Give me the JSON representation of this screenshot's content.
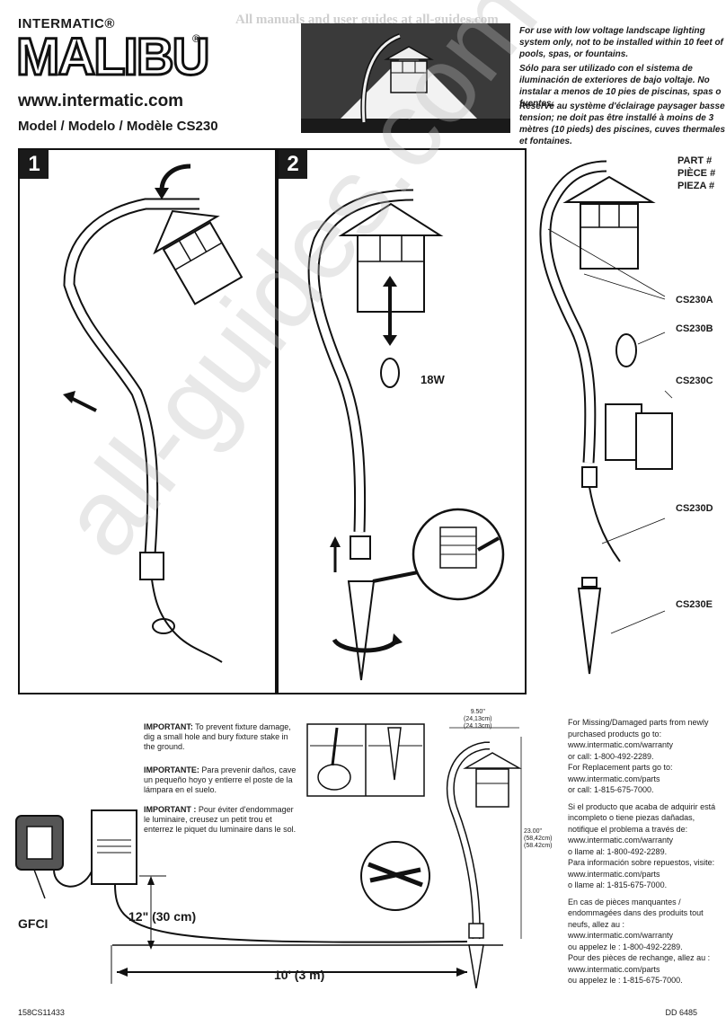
{
  "header": {
    "watermark_top": "All manuals and user guides at all-guides.com",
    "brand_small": "INTERMATIC®",
    "brand_big": "MALIBU",
    "brand_reg": "®",
    "url": "www.intermatic.com",
    "model": "Model / Modelo / Modèle  CS230"
  },
  "warnings": [
    "For use with low voltage landscape lighting system only, not to be installed within 10 feet of pools, spas, or fountains.",
    "Sólo para ser utilizado con el sistema de iluminación de exteriores de bajo voltaje. No instalar a menos de 10 pies de piscinas, spas o fuentes.",
    "Réservé au système d'éclairage paysager basse tension; ne doit pas être installé à moins de 3 mètres (10 pieds) des piscines, cuves thermales et fontaines."
  ],
  "steps": [
    {
      "number": "1"
    },
    {
      "number": "2",
      "bulb_label": "18W"
    }
  ],
  "parts": {
    "heading": [
      "PART #",
      "PIÈCE #",
      "PIEZA #"
    ],
    "items": [
      "CS230A",
      "CS230B",
      "CS230C",
      "CS230D",
      "CS230E"
    ]
  },
  "installation": {
    "gfci": "GFCI",
    "depth": "12\" (30 cm)",
    "distance": "10' (3 m)",
    "width_dim": [
      "9.50\"",
      "(24,13cm)",
      "(24.13cm)"
    ],
    "height_dim": [
      "23.00\"",
      "(58,42cm)",
      "(58.42cm)"
    ]
  },
  "notes": [
    {
      "label": "IMPORTANT:",
      "text": " To prevent fixture damage, dig a small hole and bury fixture stake in the ground."
    },
    {
      "label": "IMPORTANTE:",
      "text": " Para prevenir daños, cave un pequeño hoyo y entierre el poste de la lámpara en el suelo."
    },
    {
      "label": "IMPORTANT :",
      "text": " Pour éviter d'endommager le luminaire, creusez un petit trou et enterrez le piquet du luminaire dans le sol."
    }
  ],
  "contact": [
    "For Missing/Damaged parts from newly purchased products go to:\nwww.intermatic.com/warranty\nor call: 1-800-492-2289.\nFor Replacement parts go to:\nwww.intermatic.com/parts\nor call: 1-815-675-7000.",
    "Si el producto que acaba de adquirir está incompleto  o  tiene piezas dañadas, notifique el problema a través de:\nwww.intermatic.com/warranty\no llame al: 1-800-492-2289.\nPara información sobre repuestos, visite:\nwww.intermatic.com/parts\no llame al: 1-815-675-7000.",
    "En cas de pièces manquantes  /  endommagées dans des produits tout neufs, allez au  :\nwww.intermatic.com/warranty\nou appelez le   :  1-800-492-2289.\nPour des pièces de rechange, allez au  :\nwww.intermatic.com/parts\nou appelez le  :  1-815-675-7000."
  ],
  "footer": {
    "left": "158CS11433",
    "right": "DD 6485"
  },
  "watermark_diag": "all-guides.com"
}
